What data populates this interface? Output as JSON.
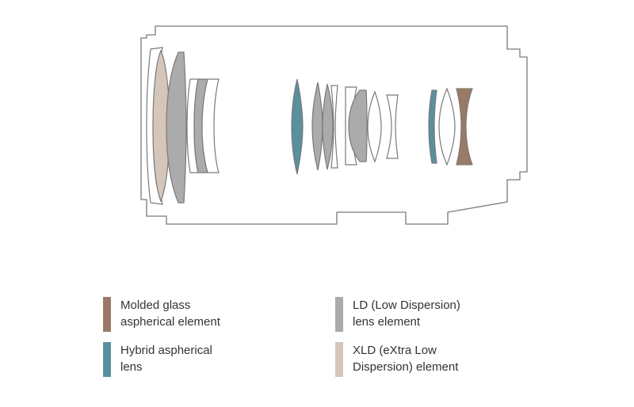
{
  "colors": {
    "molded": "#9a7a66",
    "hybrid": "#5a8f9f",
    "ld": "#ababab",
    "xld": "#d4c6ba",
    "outline": "#7a7a7a",
    "text": "#333333"
  },
  "legend": [
    {
      "key": "molded",
      "icon": "molded-glass-swatch",
      "lines": [
        "Molded glass",
        "aspherical element"
      ]
    },
    {
      "key": "ld",
      "icon": "ld-swatch",
      "lines": [
        "LD (Low Dispersion)",
        "lens element"
      ]
    },
    {
      "key": "hybrid",
      "icon": "hybrid-swatch",
      "lines": [
        "Hybrid aspherical",
        "lens"
      ]
    },
    {
      "key": "xld",
      "icon": "xld-swatch",
      "lines": [
        "XLD (eXtra Low",
        "Dispersion) element"
      ]
    }
  ]
}
